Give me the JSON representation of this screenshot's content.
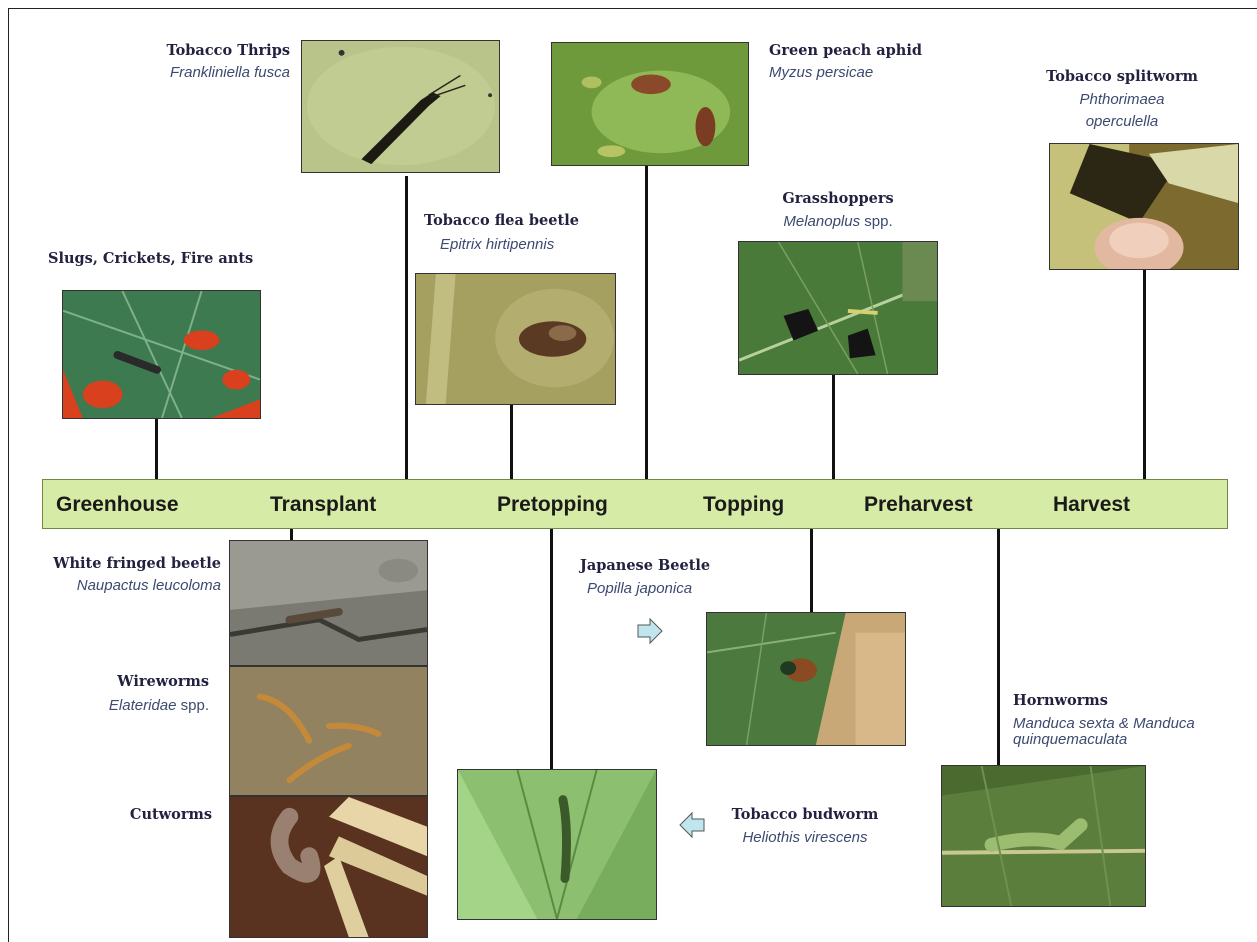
{
  "stages": [
    "Greenhouse",
    "Transplant",
    "Pretopping",
    "Topping",
    "Preharvest",
    "Harvest"
  ],
  "pests": {
    "thrips": {
      "name": "Tobacco Thrips",
      "sci": "Frankliniella fusca"
    },
    "aphid": {
      "name": "Green peach aphid",
      "sci": "Myzus persicae"
    },
    "splitworm": {
      "name": "Tobacco splitworm",
      "sci_line1": "Phthorimaea",
      "sci_line2": "operculella"
    },
    "slugs": {
      "name": "Slugs, Crickets, Fire ants"
    },
    "flea": {
      "name": "Tobacco flea beetle",
      "sci": "Epitrix hirtipennis"
    },
    "grasshoppers": {
      "name": "Grasshoppers",
      "sci_italic": "Melanoplus",
      "sci_plain": " spp."
    },
    "whitefringed": {
      "name": "White fringed beetle",
      "sci": "Naupactus leucoloma"
    },
    "wireworms": {
      "name": "Wireworms",
      "sci_italic": "Elateridae",
      "sci_plain": " spp."
    },
    "cutworms": {
      "name": "Cutworms"
    },
    "japanese": {
      "name": "Japanese Beetle",
      "sci": "Popilla japonica"
    },
    "budworm": {
      "name": "Tobacco budworm",
      "sci": "Heliothis virescens"
    },
    "hornworms": {
      "name": "Hornworms",
      "sci_line1": "Manduca sexta & Manduca",
      "sci_line2": "quinquemaculata"
    }
  },
  "colors": {
    "timeline_bar": "#d6eba6",
    "pest_name": "#222240",
    "scientific_name": "#3d4a70",
    "arrow": "#bfe6ee"
  }
}
